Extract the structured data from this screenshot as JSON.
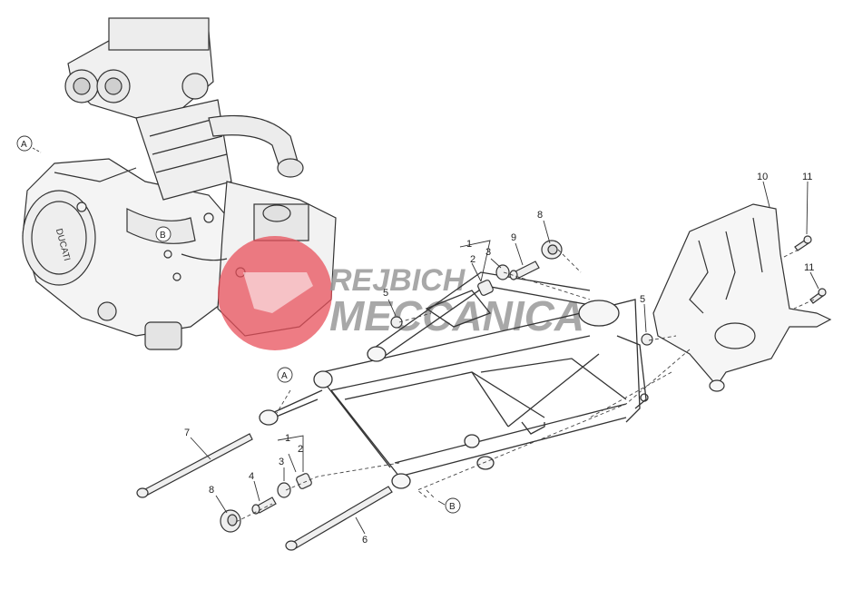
{
  "diagram": {
    "callouts": [
      {
        "id": "c1a",
        "label": "1"
      },
      {
        "id": "c2a",
        "label": "2"
      },
      {
        "id": "c3a",
        "label": "3"
      },
      {
        "id": "c9",
        "label": "9"
      },
      {
        "id": "c8a",
        "label": "8"
      },
      {
        "id": "c10",
        "label": "10"
      },
      {
        "id": "c11a",
        "label": "11"
      },
      {
        "id": "c11b",
        "label": "11"
      },
      {
        "id": "c5a",
        "label": "5"
      },
      {
        "id": "c5b",
        "label": "5"
      },
      {
        "id": "c7",
        "label": "7"
      },
      {
        "id": "c1b",
        "label": "1"
      },
      {
        "id": "c2b",
        "label": "2"
      },
      {
        "id": "c3b",
        "label": "3"
      },
      {
        "id": "c4",
        "label": "4"
      },
      {
        "id": "c8b",
        "label": "8"
      },
      {
        "id": "c6",
        "label": "6"
      }
    ],
    "reference_markers": [
      {
        "id": "ra1",
        "label": "A"
      },
      {
        "id": "rb1",
        "label": "B"
      },
      {
        "id": "ra2",
        "label": "A"
      },
      {
        "id": "rb2",
        "label": "B"
      }
    ],
    "engine_brand": "DUCATI"
  },
  "watermark": {
    "line1": "REJBICH",
    "line2": "MECCANICA",
    "colors": {
      "red": "#e8505b",
      "gray": "#9a9a9a"
    }
  }
}
